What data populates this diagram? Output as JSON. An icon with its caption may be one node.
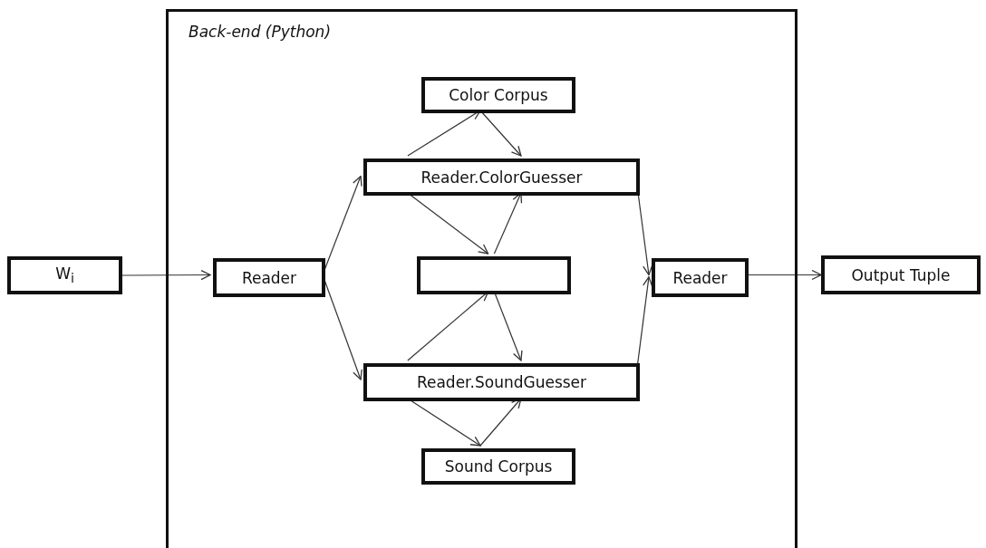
{
  "diagram": {
    "nodes": [
      {
        "text": [
          "W$_{i}$"
        ]
      },
      {
        "text": [
          "Back-end (Python)"
        ]
      },
      {
        "text": [
          "Reader"
        ],
        "in": 1
      },
      {
        "text": [
          "Color Corpus"
        ],
        "in": 1
      },
      {
        "text": [
          "Reader.ColorGuesser"
        ],
        "in": 1
      },
      {
        "text": [],
        "shape": "box",
        "in": 1
      },
      {
        "text": [
          "Reader.SoundGuesser"
        ],
        "in": 1
      },
      {
        "text": [
          "Sound Corpus"
        ],
        "in": 1
      },
      {
        "text": [
          "Reader"
        ],
        "in": 1
      },
      {
        "text": [
          "Output Tuple"
        ]
      }
    ],
    "edges": [
      {
        "from": 0,
        "to": 2,
        "arrow": "to"
      },
      {
        "from": 2,
        "to": 4,
        "arrow": "to"
      },
      {
        "from": 2,
        "to": 6,
        "arrow": "to"
      },
      {
        "from": 4,
        "to": 3,
        "arrow": "to"
      },
      {
        "from": 3,
        "to": 4,
        "arrow": "to"
      },
      {
        "from": 4,
        "to": 5,
        "arrow": "to"
      },
      {
        "from": 5,
        "to": 4,
        "arrow": "to"
      },
      {
        "from": 6,
        "to": 5,
        "arrow": "to"
      },
      {
        "from": 5,
        "to": 6,
        "arrow": "to"
      },
      {
        "from": 6,
        "to": 7,
        "arrow": "to"
      },
      {
        "from": 7,
        "to": 6,
        "arrow": "to"
      },
      {
        "from": 4,
        "to": 8,
        "arrow": "to"
      },
      {
        "from": 6,
        "to": 8,
        "arrow": "to"
      },
      {
        "from": 8,
        "to": 9,
        "arrow": "to"
      }
    ]
  }
}
